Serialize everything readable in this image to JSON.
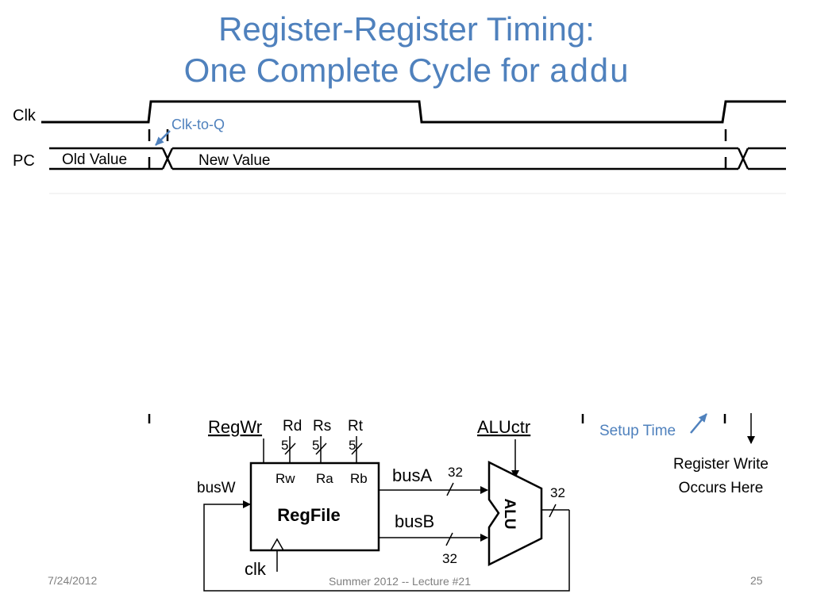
{
  "title": {
    "line1": "Register-Register Timing:",
    "line2_prefix": "One Complete Cycle for ",
    "line2_code": "addu"
  },
  "timing": {
    "clk_label": "Clk",
    "pc_label": "PC",
    "clk_to_q": "Clk-to-Q",
    "old_value": "Old Value",
    "new_value": "New Value",
    "setup_time": "Setup Time",
    "register_write_line1": "Register Write",
    "register_write_line2": "Occurs Here"
  },
  "datapath": {
    "regwr": "RegWr",
    "rd": "Rd",
    "rs": "Rs",
    "rt": "Rt",
    "width5": "5",
    "rw": "Rw",
    "ra": "Ra",
    "rb": "Rb",
    "regfile": "RegFile",
    "busw": "busW",
    "busa": "busA",
    "busb": "busB",
    "width32": "32",
    "aluctr": "ALUctr",
    "alu": "ALU",
    "clk": "clk"
  },
  "footer": {
    "date": "7/24/2012",
    "course": "Summer 2012 -- Lecture #21",
    "page": "25"
  },
  "colors": {
    "accent": "#4f81bd",
    "line": "#000000",
    "footer_text": "#7f7f7f"
  }
}
